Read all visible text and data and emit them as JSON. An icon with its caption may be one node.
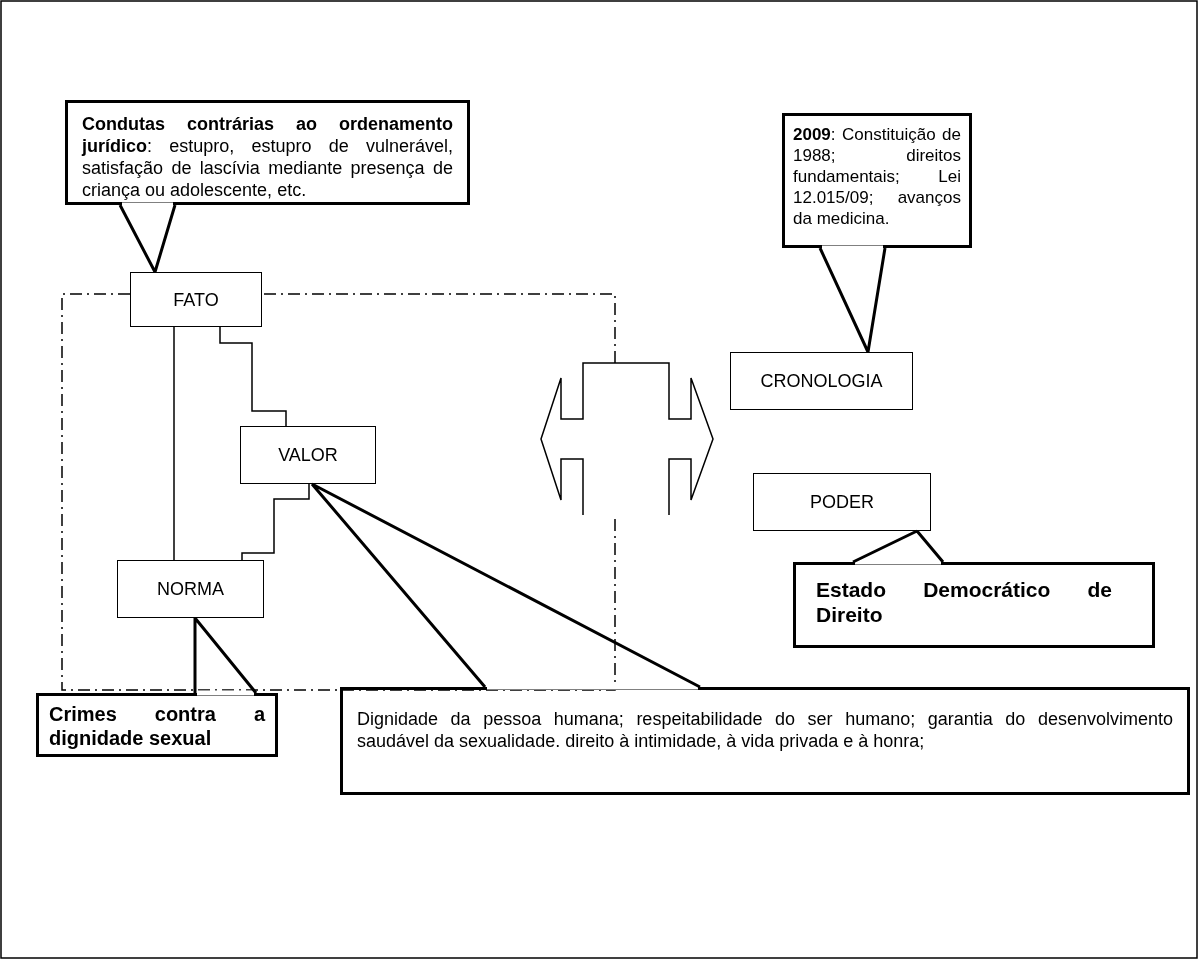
{
  "diagram": {
    "nodes": [
      {
        "text": [
          "**Condutas contrárias ao ordenamento jurídico**: estupro, estupro de vulnerável, satisfação de lascívia mediante presença de criança ou adolescente, etc."
        ]
      },
      {
        "text": [
          "**2009**: Constituição de 1988; direitos fundamentais; Lei 12.015/09; avanços da medicina."
        ]
      },
      {
        "text": [
          "FATO"
        ]
      },
      {
        "text": [
          "CRONOLOGIA"
        ]
      },
      {
        "text": [
          "VALOR"
        ]
      },
      {
        "text": [
          "PODER"
        ]
      },
      {
        "text": [
          "NORMA"
        ]
      },
      {
        "text": [
          "Estado Democrático de Direito"
        ]
      },
      {
        "text": [
          "Crimes contra a dignidade sexual"
        ]
      },
      {
        "text": [
          "Dignidade da pessoa humana; respeitabilidade do ser humano; garantia do desenvolvimento saudável da sexualidade. direito à intimidade, à vida privada e à honra;"
        ]
      }
    ],
    "edges": [
      {
        "from": 0,
        "to": 2,
        "arrow": "none"
      },
      {
        "from": 1,
        "to": 3,
        "arrow": "none"
      },
      {
        "from": 7,
        "to": 5,
        "arrow": "none"
      },
      {
        "from": 8,
        "to": 6,
        "arrow": "none"
      },
      {
        "from": 9,
        "to": 4,
        "arrow": "none"
      },
      {
        "from": 2,
        "to": 6,
        "arrow": "none"
      },
      {
        "from": 2,
        "to": 4,
        "arrow": "none"
      },
      {
        "from": 4,
        "to": 6,
        "arrow": "none"
      }
    ]
  }
}
